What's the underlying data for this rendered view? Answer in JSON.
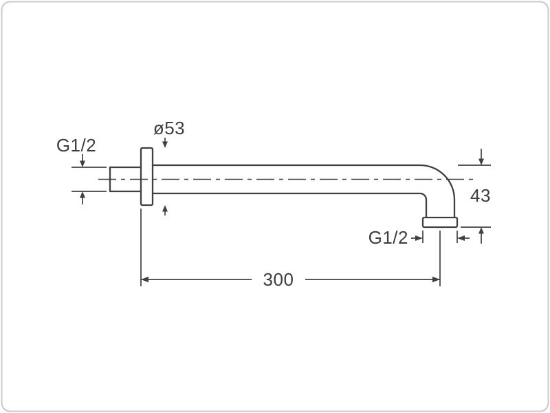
{
  "diagram": {
    "line_color": "#404040",
    "text_color": "#3d3d3d",
    "border_color": "#c9c9c9",
    "background_color": "#ffffff",
    "labels": {
      "flange_diameter": "ø53",
      "wall_thread": "G1/2",
      "outlet_thread": "G1/2",
      "vertical_drop": "43",
      "arm_length": "300"
    }
  }
}
